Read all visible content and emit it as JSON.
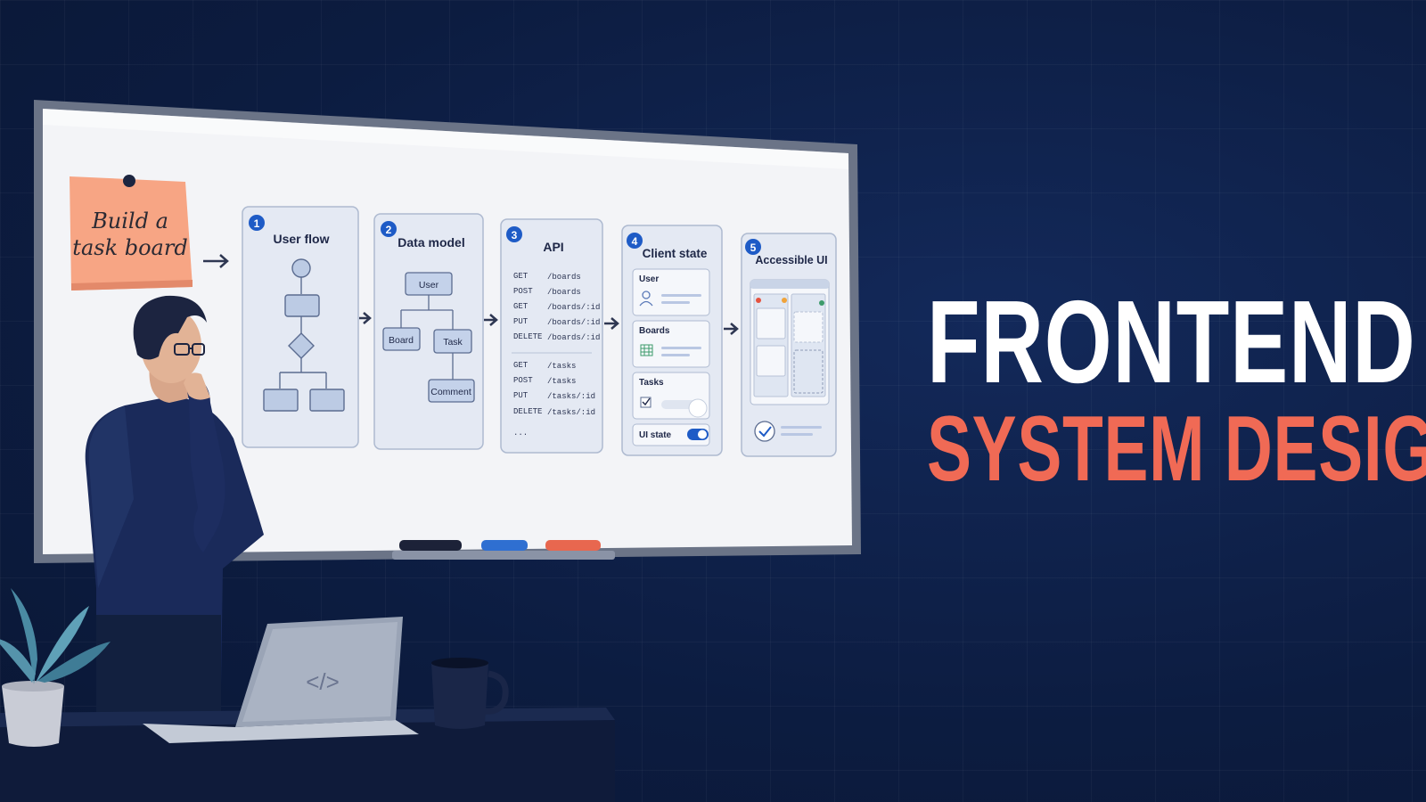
{
  "headline": {
    "line1": "FRONTEND",
    "line2": "SYSTEM DESIGN"
  },
  "colors": {
    "background": "#0d1f45",
    "accent_coral": "#f06a55",
    "step_badge_blue": "#1e5bc6",
    "sticky_note": "#f7a584"
  },
  "sticky_note": {
    "line1": "Build a",
    "line2": "task board"
  },
  "steps": [
    {
      "number": "1",
      "title": "User flow"
    },
    {
      "number": "2",
      "title": "Data model",
      "nodes": [
        "User",
        "Board",
        "Task",
        "Comment"
      ]
    },
    {
      "number": "3",
      "title": "API",
      "endpoints": [
        {
          "method": "GET",
          "path": "/boards"
        },
        {
          "method": "POST",
          "path": "/boards"
        },
        {
          "method": "GET",
          "path": "/boards/:id"
        },
        {
          "method": "PUT",
          "path": "/boards/:id"
        },
        {
          "method": "DELETE",
          "path": "/boards/:id"
        },
        {
          "method": "GET",
          "path": "/tasks"
        },
        {
          "method": "POST",
          "path": "/tasks"
        },
        {
          "method": "PUT",
          "path": "/tasks/:id"
        },
        {
          "method": "DELETE",
          "path": "/tasks/:id"
        }
      ],
      "more": "..."
    },
    {
      "number": "4",
      "title": "Client state",
      "sections": [
        "User",
        "Boards",
        "Tasks",
        "UI state"
      ]
    },
    {
      "number": "5",
      "title": "Accessible UI"
    }
  ],
  "laptop": {
    "screen_glyph": "</>"
  },
  "icons": [
    "arrow-right-icon",
    "code-icon",
    "checkmark-icon",
    "user-icon",
    "grid-icon",
    "toggle-icon"
  ]
}
